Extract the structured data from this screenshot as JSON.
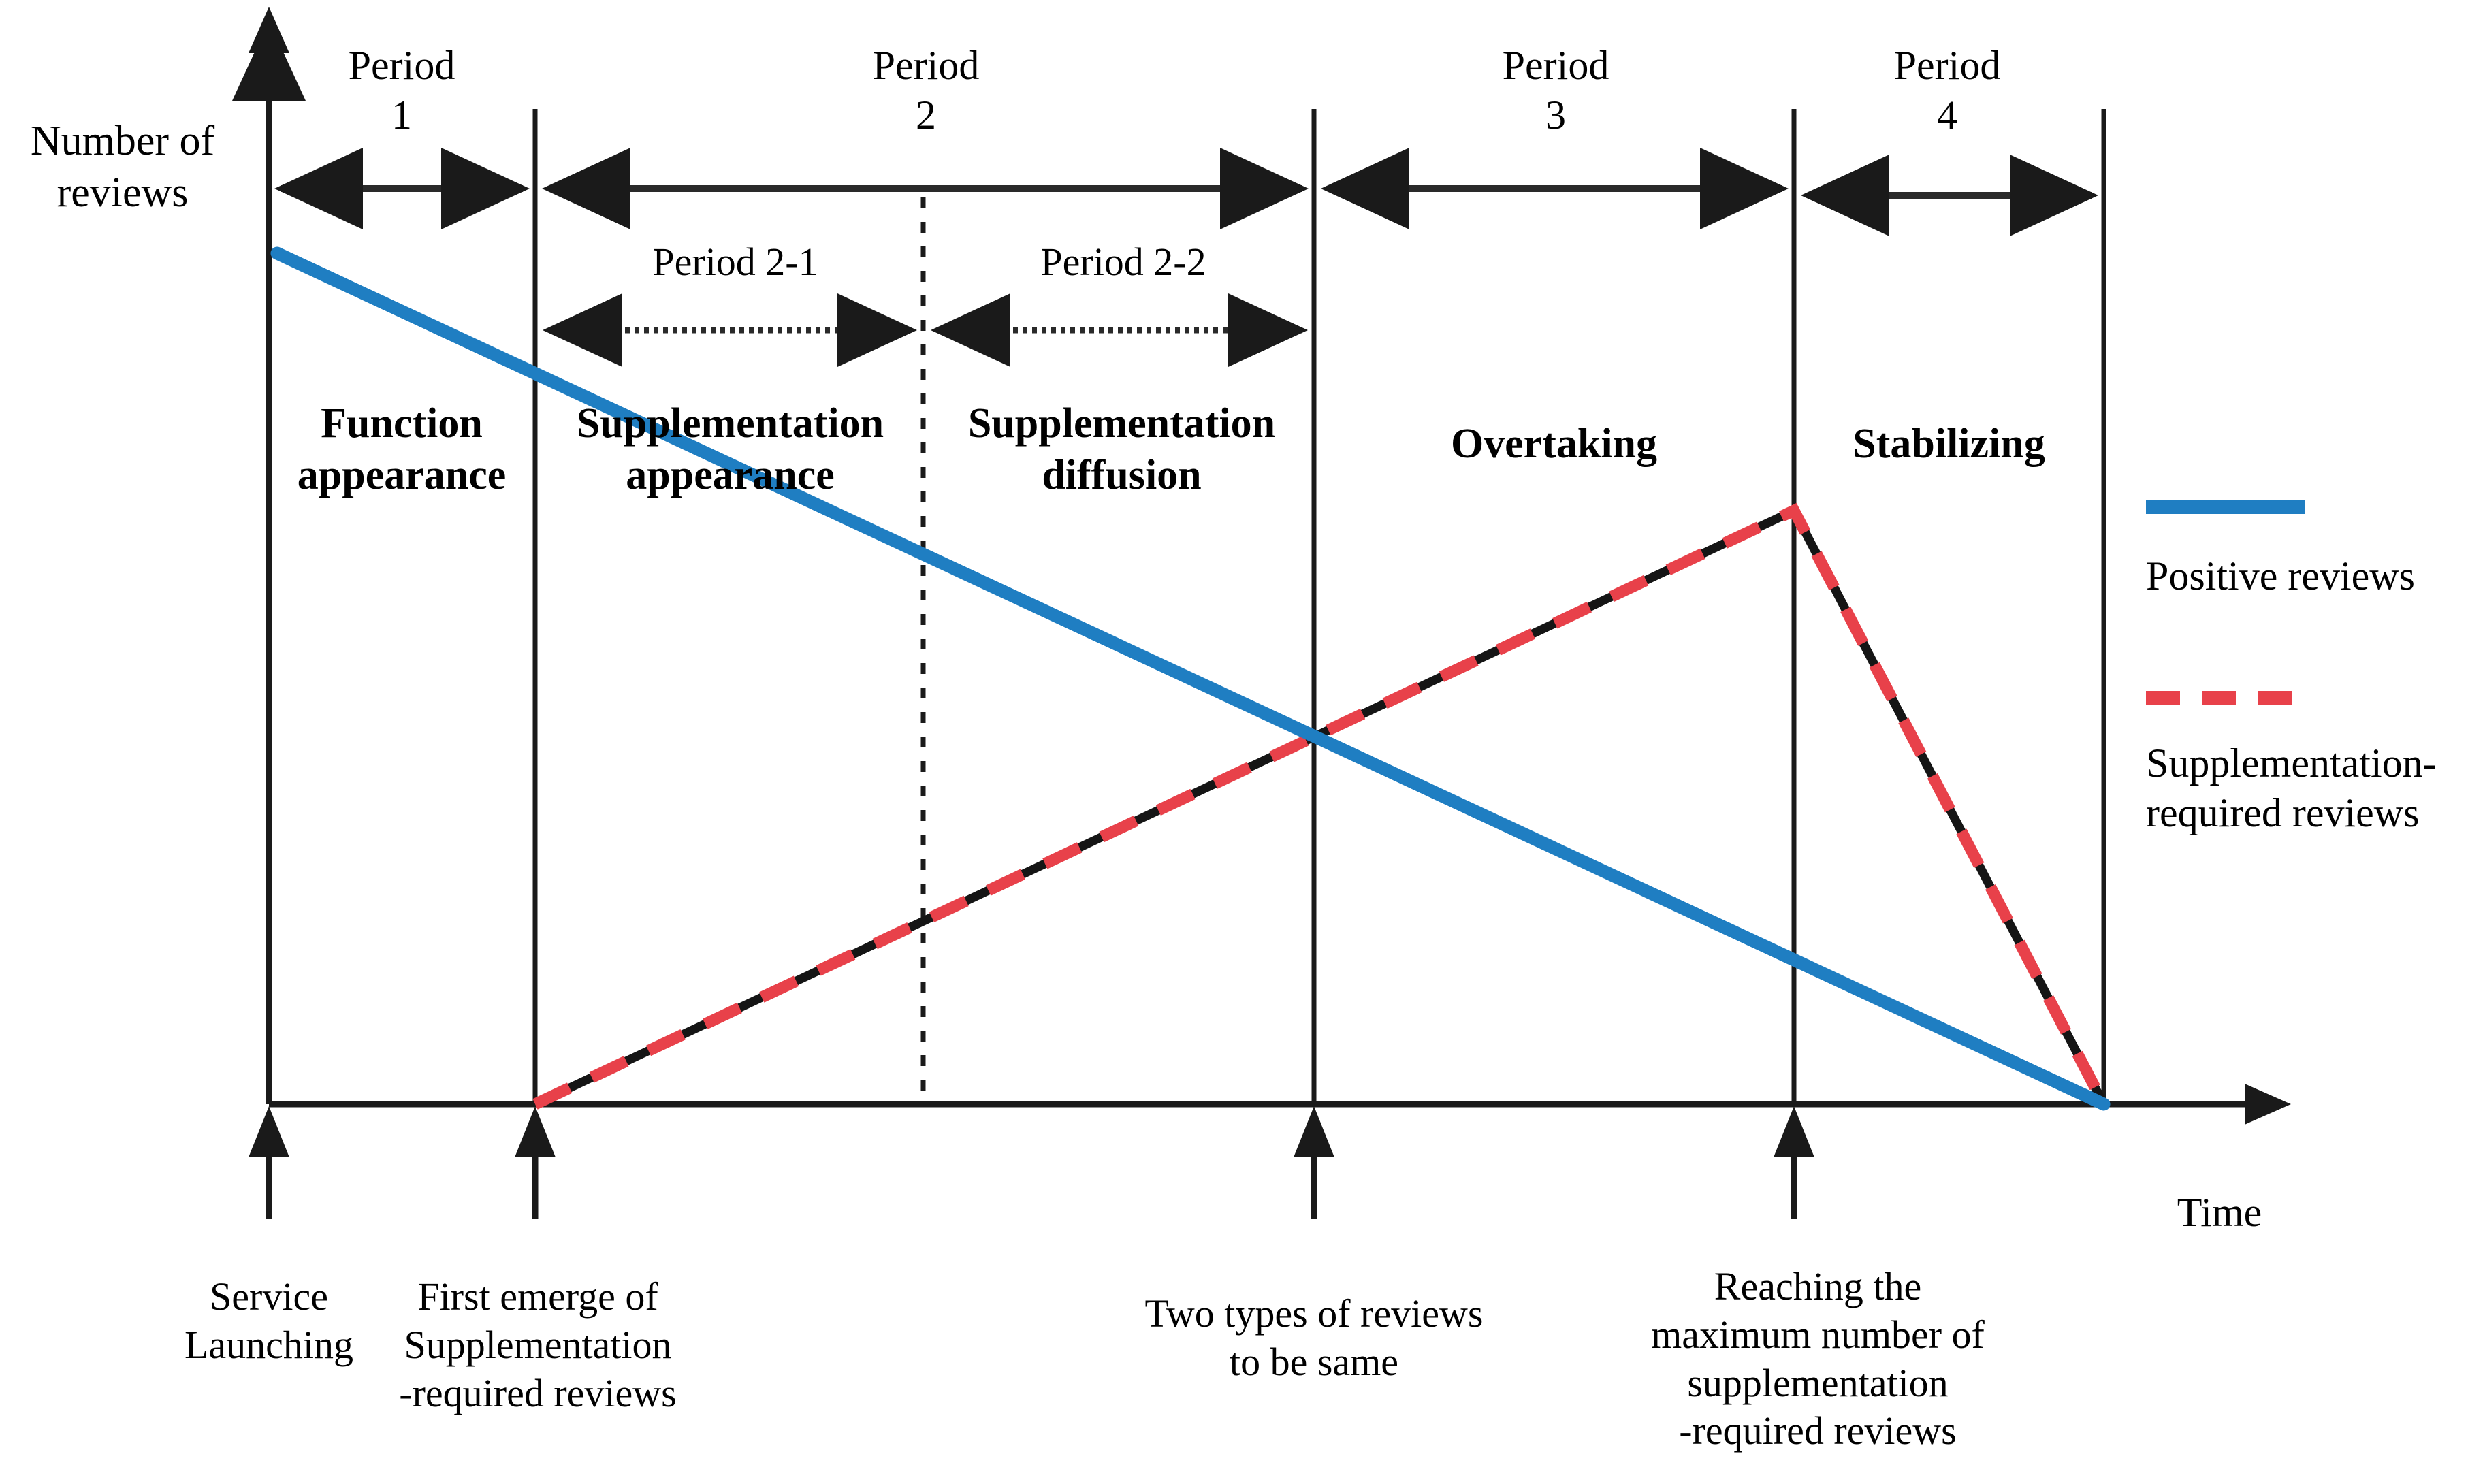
{
  "axes": {
    "y_title": "Number of\nreviews",
    "x_title": "Time"
  },
  "periods": [
    {
      "label": "Period\n1"
    },
    {
      "label": "Period\n2"
    },
    {
      "label": "Period\n3"
    },
    {
      "label": "Period\n4"
    }
  ],
  "sub_periods": [
    {
      "label": "Period 2-1"
    },
    {
      "label": "Period 2-2"
    }
  ],
  "phases": [
    {
      "label": "Function\nappearance"
    },
    {
      "label": "Supplementation\nappearance"
    },
    {
      "label": "Supplementation\ndiffusion"
    },
    {
      "label": "Overtaking"
    },
    {
      "label": "Stabilizing"
    }
  ],
  "events": [
    {
      "label": "Service\nLaunching"
    },
    {
      "label": "First emerge of\nSupplementation\n-required reviews"
    },
    {
      "label": "Two types of reviews\nto be same"
    },
    {
      "label": "Reaching the\nmaximum number of\nsupplementation\n-required reviews"
    }
  ],
  "legend": [
    {
      "label": "Positive reviews",
      "color": "#1f7ec2",
      "style": "solid"
    },
    {
      "label": "Supplementation-\nrequired reviews",
      "color": "#e8414a",
      "style": "dashed"
    }
  ],
  "colors": {
    "positive": "#1f7ec2",
    "supplementation": "#e8414a",
    "axis": "#1a1a1a",
    "background": "#ffffff"
  },
  "chart_data": {
    "type": "line",
    "title": "",
    "xlabel": "Time",
    "ylabel": "Number of reviews",
    "grid": false,
    "legend_position": "right",
    "x_boundaries": [
      {
        "name": "Service Launching",
        "x": 0
      },
      {
        "name": "First emerge of Supplementation-required reviews",
        "x": 1
      },
      {
        "name": "Period 2-1 / 2-2 divider",
        "x": 2
      },
      {
        "name": "Two types of reviews to be same",
        "x": 3
      },
      {
        "name": "Reaching the maximum number of supplementation-required reviews",
        "x": 4
      },
      {
        "name": "End of timeline",
        "x": 5
      }
    ],
    "series": [
      {
        "name": "Positive reviews",
        "style": "solid",
        "color": "#1f7ec2",
        "points": [
          {
            "x": 0,
            "y": 100
          },
          {
            "x": 5,
            "y": 0
          }
        ]
      },
      {
        "name": "Supplementation-required reviews",
        "style": "dashed",
        "color": "#e8414a",
        "points": [
          {
            "x": 1,
            "y": 0
          },
          {
            "x": 4,
            "y": 70
          },
          {
            "x": 5,
            "y": 0
          }
        ]
      }
    ],
    "annotations": [
      "Period 1 = Function appearance",
      "Period 2 = Supplementation appearance + Supplementation diffusion",
      "Period 2-1 = Supplementation appearance",
      "Period 2-2 = Supplementation diffusion",
      "Period 3 = Overtaking",
      "Period 4 = Stabilizing"
    ]
  }
}
